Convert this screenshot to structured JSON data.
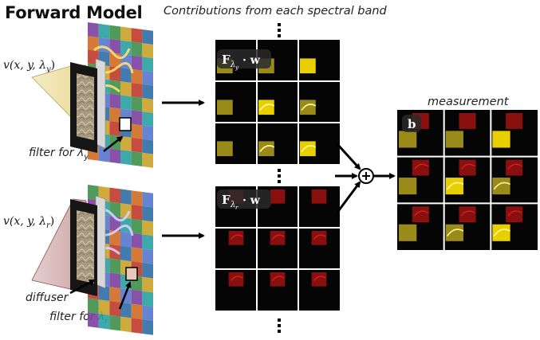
{
  "title": "Forward Model",
  "subtitle": "Contributions from each spectral band",
  "measurement_label": "measurement",
  "top_panel": {
    "input_fn": "v(x, y, λ",
    "input_sub": "y",
    "filter_label": "filter for λ",
    "filter_sub": "y",
    "grid_label_F": "F",
    "grid_label_sub": "λ",
    "grid_label_subsub": "y",
    "grid_label_w": "· w"
  },
  "bottom_panel": {
    "input_fn": "v(x, y, λ",
    "input_sub": "r",
    "diffuser_label": "diffuser",
    "filter_label": "filter for λ",
    "filter_sub": "r",
    "grid_label_F": "F",
    "grid_label_sub": "λ",
    "grid_label_subsub": "r",
    "grid_label_w": "· w"
  },
  "measurement_grid_label": "b",
  "colors": {
    "yellow_patch": "#9a8a1a",
    "red_patch": "#8a1010",
    "grid_bg": "#050505",
    "grid_line": "#ffffff"
  }
}
